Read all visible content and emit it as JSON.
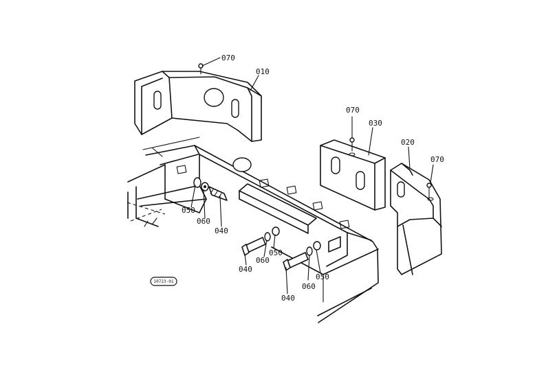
{
  "drawing_code": "10723-01",
  "callouts": {
    "c070a": "070",
    "c010": "010",
    "c070b": "070",
    "c030": "030",
    "c020": "020",
    "c070c": "070",
    "c050a": "050",
    "c060a": "060",
    "c040a": "040",
    "c040b": "040",
    "c060b": "060",
    "c050b": "050",
    "c040c": "040",
    "c060c": "060",
    "c050c": "050"
  }
}
